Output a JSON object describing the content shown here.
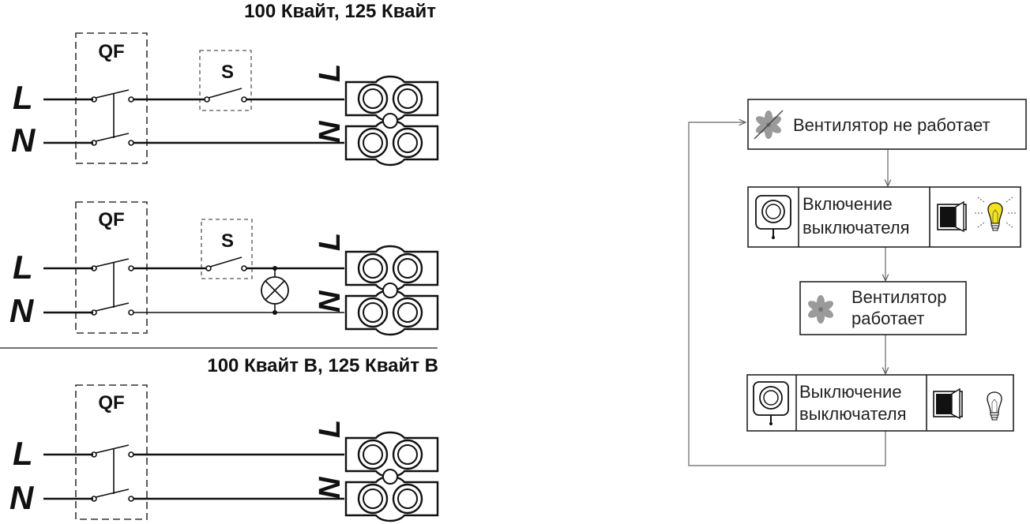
{
  "top_header": "100 Квайт, 125 Квайт",
  "bottom_header": "100 Квайт  В, 125 Квайт  В",
  "circuits": [
    {
      "breaker": "QF",
      "switch": "S",
      "line": "L",
      "neutral": "N",
      "term_line": "L",
      "term_neutral": "N"
    },
    {
      "breaker": "QF",
      "switch": "S",
      "line": "L",
      "neutral": "N",
      "term_line": "L",
      "term_neutral": "N"
    },
    {
      "breaker": "QF",
      "line": "L",
      "neutral": "N",
      "term_line": "L",
      "term_neutral": "N"
    }
  ],
  "flowchart": {
    "step1": "Вентилятор не работает",
    "step2_line1": "Включение",
    "step2_line2": "выключателя",
    "step3_line1": "Вентилятор",
    "step3_line2": "работает",
    "step4_line1": "Выключение",
    "step4_line2": "выключателя"
  },
  "icons": [
    "fan-off-icon",
    "timer-icon",
    "wall-switch-icon",
    "bulb-on-icon",
    "fan-icon",
    "bulb-off-icon"
  ]
}
